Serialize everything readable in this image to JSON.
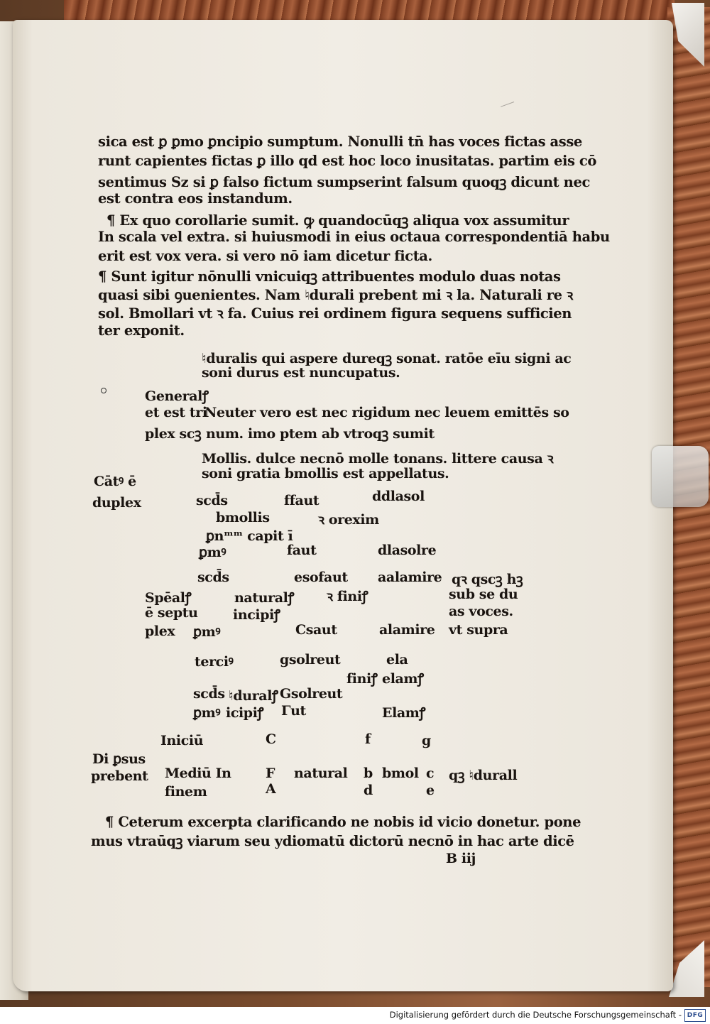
{
  "paragraph1": [
    "sica est ꝑ ꝑmo ꝑncipio sumptum. Nonulli tn̄ has voces fictas asse",
    "runt capientes fictas ꝑ illo qd est hoc loco inusitatas. partim eis cō",
    "sentimus Sz si ꝑ falso fictum sumpserint falsum quoqꝫ dicunt nec",
    "est contra eos instandum."
  ],
  "paragraph2": [
    "¶ Ex quo corollarie sumit. ꝙ quandocūqꝫ aliqua vox assumitur",
    "In scala vel extra. si huiusmodi in eius octaua correspondentiā habu",
    "erit est vox vera. si vero nō iam dicetur ficta."
  ],
  "paragraph3": [
    "¶ Sunt igitur nōnulli vnicuiqꝫ attribuentes modulo duas notas",
    "quasi sibi ꝯuenientes. Nam ♮durali prebent mi ꝛ la. Naturali re ꝛ",
    "sol. Bmollari vt ꝛ fa. Cuius rei ordinem figura sequens sufficien",
    "ter exponit."
  ],
  "diagram1": {
    "durus_line1": "♮duralis qui aspere dureqꝫ sonat. ratōe eīu signi ac",
    "durus_line2": "soni durus est nuncupatus.",
    "generalis": "Generalꝭ",
    "est_tri": "et est tri",
    "plex_scz": "plex scꝫ",
    "neuter_line1": "Neuter vero est nec rigidum nec leuem emittēs so",
    "neuter_line2": "num. imo ptem ab vtroqꝫ sumit",
    "mollis_line1": "Mollis. dulce necnō molle tonans. littere causa ꝛ",
    "mollis_line2": "soni gratia bmollis est appellatus."
  },
  "diagram2": {
    "cantus": "Cātꝰ ē",
    "duplex": "duplex",
    "r1_scds": "scd̄s",
    "r1_ffaut": "ffaut",
    "r1_ddlasol": "ddlasol",
    "r2_bmollis": "bmollis",
    "r2_ozexim": "ꝛ orexim",
    "r3_pnm": "ꝑnᵐᵐ capit ī",
    "r4_pmo": "ꝑmꝰ",
    "r4_faut": "faut",
    "r4_dlasolre": "dlasolre",
    "r5_scds": "scd̄s",
    "r5_esofaut": "esofaut",
    "r5_aalamire": "aalamire",
    "r5_qrqscz": "qꝛ qscꝫ hꝫ",
    "specialis": "Spēalꝭ",
    "naturalis": "naturalꝭ",
    "finit1": "ꝛ finiꝭ",
    "sub_se": "sub se du",
    "esepru": "ē septu",
    "incipit": "incipiꝭ",
    "as_voces": "as voces.",
    "plex": "plex",
    "r8_pmo": "ꝑmꝰ",
    "r8_csaut": "Csaut",
    "r8_alamire": "alamire",
    "vt_supra": "vt supra",
    "r9_terci": "terciꝰ",
    "r9_gsolreut": "gsolreut",
    "r9_ela": "ela",
    "r10_finit": "finiꝭ",
    "r10_elami": "elamꝭ",
    "r11_scds": "scd̄s",
    "r11_hduralis": "♮duralꝭ",
    "r11_gsolreut": "Gsolreut",
    "r12_pmo": "ꝑmꝰ",
    "r12_icipit": "icipiꝭ",
    "r12_gut": "Γut",
    "r12_elami": "Elamꝭ"
  },
  "diagram3": {
    "inicium": "Iniciū",
    "c1": "C",
    "f1": "f",
    "g1": "g",
    "diapsus": "Di ꝑsus",
    "prebent": "prebent",
    "medium": "Mediū In",
    "F": "F",
    "natural": "natural",
    "b": "b",
    "bmol": "bmol",
    "c2": "c",
    "qz_hdural": "qꝫ ♮durall",
    "finem": "finem",
    "A": "A",
    "d": "d",
    "e": "e"
  },
  "paragraph4": [
    "¶ Ceterum excerpta clarificando ne nobis id vicio donetur. pone",
    "mus vtraūqꝫ viarum seu ydiomatū dictorū necnō in hac arte dicē"
  ],
  "signature": "B iij",
  "footer": {
    "credit": "Digitalisierung gefördert durch die Deutsche Forschungsgemeinschaft -",
    "logo": "DFG"
  },
  "colors": {
    "ink": "#1a1410",
    "paper": "#f1ede5",
    "board": "#9a5a38"
  }
}
